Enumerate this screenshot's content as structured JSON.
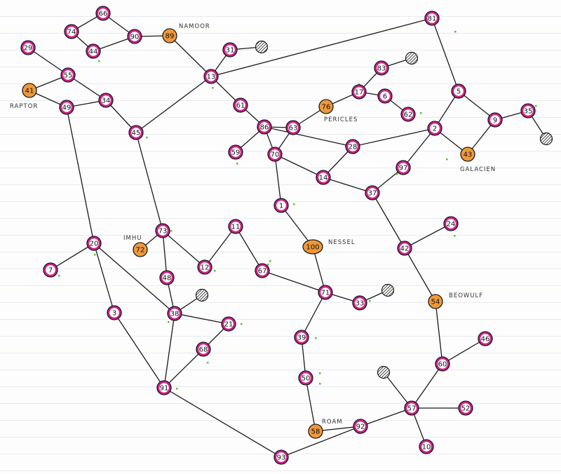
{
  "colors": {
    "node_fill": "#cf1f8a",
    "node_inner": "#ffffff",
    "named_fill": "#f0983a",
    "terminal_fill": "#bfbfbf",
    "edge": "#1a1a1a",
    "accent_tick": "#5bbd3a"
  },
  "graph": {
    "nodes": [
      {
        "id": "66",
        "label": "66",
        "kind": "regular"
      },
      {
        "id": "74",
        "label": "74",
        "kind": "regular"
      },
      {
        "id": "44",
        "label": "44",
        "kind": "regular"
      },
      {
        "id": "90",
        "label": "90",
        "kind": "regular"
      },
      {
        "id": "89",
        "label": "89",
        "kind": "named",
        "tag": "NAMOOR"
      },
      {
        "id": "81",
        "label": "81",
        "kind": "regular"
      },
      {
        "id": "29",
        "label": "29",
        "kind": "regular"
      },
      {
        "id": "31",
        "label": "31",
        "kind": "regular"
      },
      {
        "id": "55",
        "label": "55",
        "kind": "regular"
      },
      {
        "id": "41",
        "label": "41",
        "kind": "named",
        "tag": "RAPTOR"
      },
      {
        "id": "13",
        "label": "13",
        "kind": "regular"
      },
      {
        "id": "83",
        "label": "83",
        "kind": "regular"
      },
      {
        "id": "34",
        "label": "34",
        "kind": "regular"
      },
      {
        "id": "49",
        "label": "49",
        "kind": "regular"
      },
      {
        "id": "17",
        "label": "17",
        "kind": "regular"
      },
      {
        "id": "6",
        "label": "6",
        "kind": "regular"
      },
      {
        "id": "5",
        "label": "5",
        "kind": "regular"
      },
      {
        "id": "61",
        "label": "61",
        "kind": "regular"
      },
      {
        "id": "76",
        "label": "76",
        "kind": "named",
        "tag": "PERICLES"
      },
      {
        "id": "62",
        "label": "62",
        "kind": "regular"
      },
      {
        "id": "35",
        "label": "35",
        "kind": "regular"
      },
      {
        "id": "9",
        "label": "9",
        "kind": "regular"
      },
      {
        "id": "86",
        "label": "86",
        "kind": "regular"
      },
      {
        "id": "63",
        "label": "63",
        "kind": "regular"
      },
      {
        "id": "45",
        "label": "45",
        "kind": "regular"
      },
      {
        "id": "2",
        "label": "2",
        "kind": "regular"
      },
      {
        "id": "28",
        "label": "28",
        "kind": "regular"
      },
      {
        "id": "59",
        "label": "59",
        "kind": "regular"
      },
      {
        "id": "70",
        "label": "70",
        "kind": "regular"
      },
      {
        "id": "43",
        "label": "43",
        "kind": "named",
        "tag": "GALACIEN"
      },
      {
        "id": "97",
        "label": "97",
        "kind": "regular"
      },
      {
        "id": "14",
        "label": "14",
        "kind": "regular"
      },
      {
        "id": "37",
        "label": "37",
        "kind": "regular"
      },
      {
        "id": "1",
        "label": "1",
        "kind": "regular"
      },
      {
        "id": "24",
        "label": "24",
        "kind": "regular"
      },
      {
        "id": "11",
        "label": "11",
        "kind": "regular"
      },
      {
        "id": "73",
        "label": "73",
        "kind": "regular"
      },
      {
        "id": "20",
        "label": "20",
        "kind": "regular"
      },
      {
        "id": "100",
        "label": "100",
        "kind": "named",
        "tag": "NESSEL"
      },
      {
        "id": "72",
        "label": "72",
        "kind": "named",
        "tag": "IMHU"
      },
      {
        "id": "42",
        "label": "42",
        "kind": "regular"
      },
      {
        "id": "12",
        "label": "12",
        "kind": "regular"
      },
      {
        "id": "7",
        "label": "7",
        "kind": "regular"
      },
      {
        "id": "67",
        "label": "67",
        "kind": "regular"
      },
      {
        "id": "48",
        "label": "48",
        "kind": "regular"
      },
      {
        "id": "71",
        "label": "71",
        "kind": "regular"
      },
      {
        "id": "33",
        "label": "33",
        "kind": "regular"
      },
      {
        "id": "54",
        "label": "54",
        "kind": "named",
        "tag": "BEOWULF"
      },
      {
        "id": "3",
        "label": "3",
        "kind": "regular"
      },
      {
        "id": "38",
        "label": "38",
        "kind": "regular"
      },
      {
        "id": "21",
        "label": "21",
        "kind": "regular"
      },
      {
        "id": "39",
        "label": "39",
        "kind": "regular"
      },
      {
        "id": "46",
        "label": "46",
        "kind": "regular"
      },
      {
        "id": "68",
        "label": "68",
        "kind": "regular"
      },
      {
        "id": "60",
        "label": "60",
        "kind": "regular"
      },
      {
        "id": "50",
        "label": "50",
        "kind": "regular"
      },
      {
        "id": "91",
        "label": "91",
        "kind": "regular"
      },
      {
        "id": "57",
        "label": "57",
        "kind": "regular"
      },
      {
        "id": "52",
        "label": "52",
        "kind": "regular"
      },
      {
        "id": "58",
        "label": "58",
        "kind": "named",
        "tag": "ROAM"
      },
      {
        "id": "92",
        "label": "92",
        "kind": "regular"
      },
      {
        "id": "10",
        "label": "10",
        "kind": "regular"
      },
      {
        "id": "93",
        "label": "93",
        "kind": "regular"
      },
      {
        "id": "T31",
        "kind": "terminal"
      },
      {
        "id": "T83",
        "kind": "terminal"
      },
      {
        "id": "T35",
        "kind": "terminal"
      },
      {
        "id": "T38",
        "kind": "terminal"
      },
      {
        "id": "T33",
        "kind": "terminal"
      },
      {
        "id": "T57",
        "kind": "terminal"
      }
    ],
    "edges": [
      [
        "66",
        "74"
      ],
      [
        "66",
        "90"
      ],
      [
        "74",
        "44"
      ],
      [
        "44",
        "90"
      ],
      [
        "90",
        "89"
      ],
      [
        "89",
        "13"
      ],
      [
        "31",
        "13"
      ],
      [
        "31",
        "T31"
      ],
      [
        "13",
        "81"
      ],
      [
        "81",
        "5"
      ],
      [
        "29",
        "55"
      ],
      [
        "55",
        "41"
      ],
      [
        "55",
        "34"
      ],
      [
        "41",
        "49"
      ],
      [
        "49",
        "34"
      ],
      [
        "34",
        "45"
      ],
      [
        "45",
        "13"
      ],
      [
        "13",
        "61"
      ],
      [
        "61",
        "86"
      ],
      [
        "86",
        "59"
      ],
      [
        "86",
        "63"
      ],
      [
        "86",
        "70"
      ],
      [
        "86",
        "28"
      ],
      [
        "63",
        "76"
      ],
      [
        "63",
        "70"
      ],
      [
        "76",
        "17"
      ],
      [
        "17",
        "83"
      ],
      [
        "83",
        "T83"
      ],
      [
        "17",
        "6"
      ],
      [
        "6",
        "62"
      ],
      [
        "5",
        "9"
      ],
      [
        "5",
        "2"
      ],
      [
        "9",
        "35"
      ],
      [
        "9",
        "43"
      ],
      [
        "35",
        "T35"
      ],
      [
        "43",
        "2"
      ],
      [
        "2",
        "28"
      ],
      [
        "2",
        "97"
      ],
      [
        "97",
        "37"
      ],
      [
        "28",
        "14"
      ],
      [
        "70",
        "14"
      ],
      [
        "14",
        "37"
      ],
      [
        "70",
        "1"
      ],
      [
        "1",
        "100"
      ],
      [
        "100",
        "71"
      ],
      [
        "37",
        "42"
      ],
      [
        "42",
        "24"
      ],
      [
        "42",
        "54"
      ],
      [
        "54",
        "60"
      ],
      [
        "60",
        "46"
      ],
      [
        "60",
        "57"
      ],
      [
        "57",
        "T57"
      ],
      [
        "57",
        "52"
      ],
      [
        "57",
        "10"
      ],
      [
        "57",
        "92"
      ],
      [
        "92",
        "58"
      ],
      [
        "92",
        "93"
      ],
      [
        "58",
        "50"
      ],
      [
        "50",
        "39"
      ],
      [
        "39",
        "71"
      ],
      [
        "71",
        "67"
      ],
      [
        "71",
        "33"
      ],
      [
        "33",
        "T33"
      ],
      [
        "67",
        "11"
      ],
      [
        "11",
        "12"
      ],
      [
        "12",
        "73"
      ],
      [
        "73",
        "45"
      ],
      [
        "73",
        "72"
      ],
      [
        "73",
        "48"
      ],
      [
        "48",
        "38"
      ],
      [
        "38",
        "T38"
      ],
      [
        "38",
        "21"
      ],
      [
        "38",
        "91"
      ],
      [
        "38",
        "20"
      ],
      [
        "21",
        "68"
      ],
      [
        "68",
        "91"
      ],
      [
        "49",
        "20"
      ],
      [
        "20",
        "7"
      ],
      [
        "20",
        "3"
      ],
      [
        "3",
        "91"
      ],
      [
        "91",
        "93"
      ]
    ]
  }
}
